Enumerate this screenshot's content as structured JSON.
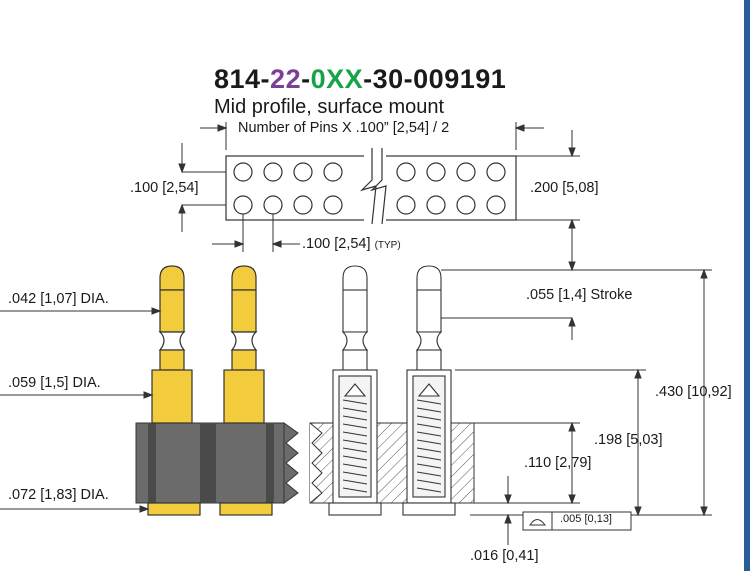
{
  "part_number": {
    "prefix": "814-",
    "pins": "22",
    "sep1": "-",
    "plating": "0XX",
    "suffix": "-30-009191",
    "colors": {
      "base": "#1a1a1a",
      "pins": "#7b3f98",
      "plating": "#16a34a"
    }
  },
  "subtitle": "Mid profile, surface mount",
  "dimensions": {
    "length": "Number of Pins X .100” [2,54] / 2",
    "row_spacing": ".100 [2,54]",
    "width": ".200 [5,08]",
    "pitch": ".100 [2,54]",
    "pitch_note": "(TYP)",
    "tip_dia": ".042 [1,07] DIA.",
    "stroke": ".055 [1,4] Stroke",
    "body_dia": ".059 [1,5] DIA.",
    "overall_height": ".430 [10,92]",
    "height_198": ".198 [5,03]",
    "height_110": ".110 [2,79]",
    "tail_dia": ".072 [1,83] DIA.",
    "flatness": ".005 [0,13]",
    "tail_height": ".016 [0,41]"
  },
  "colors": {
    "pin_gold": "#f2cc3d",
    "pin_outline": "#333333",
    "insulator": "#6b6b6b",
    "insulator_dark": "#4a4a4a",
    "edge_accent": "#2b5c9a"
  }
}
